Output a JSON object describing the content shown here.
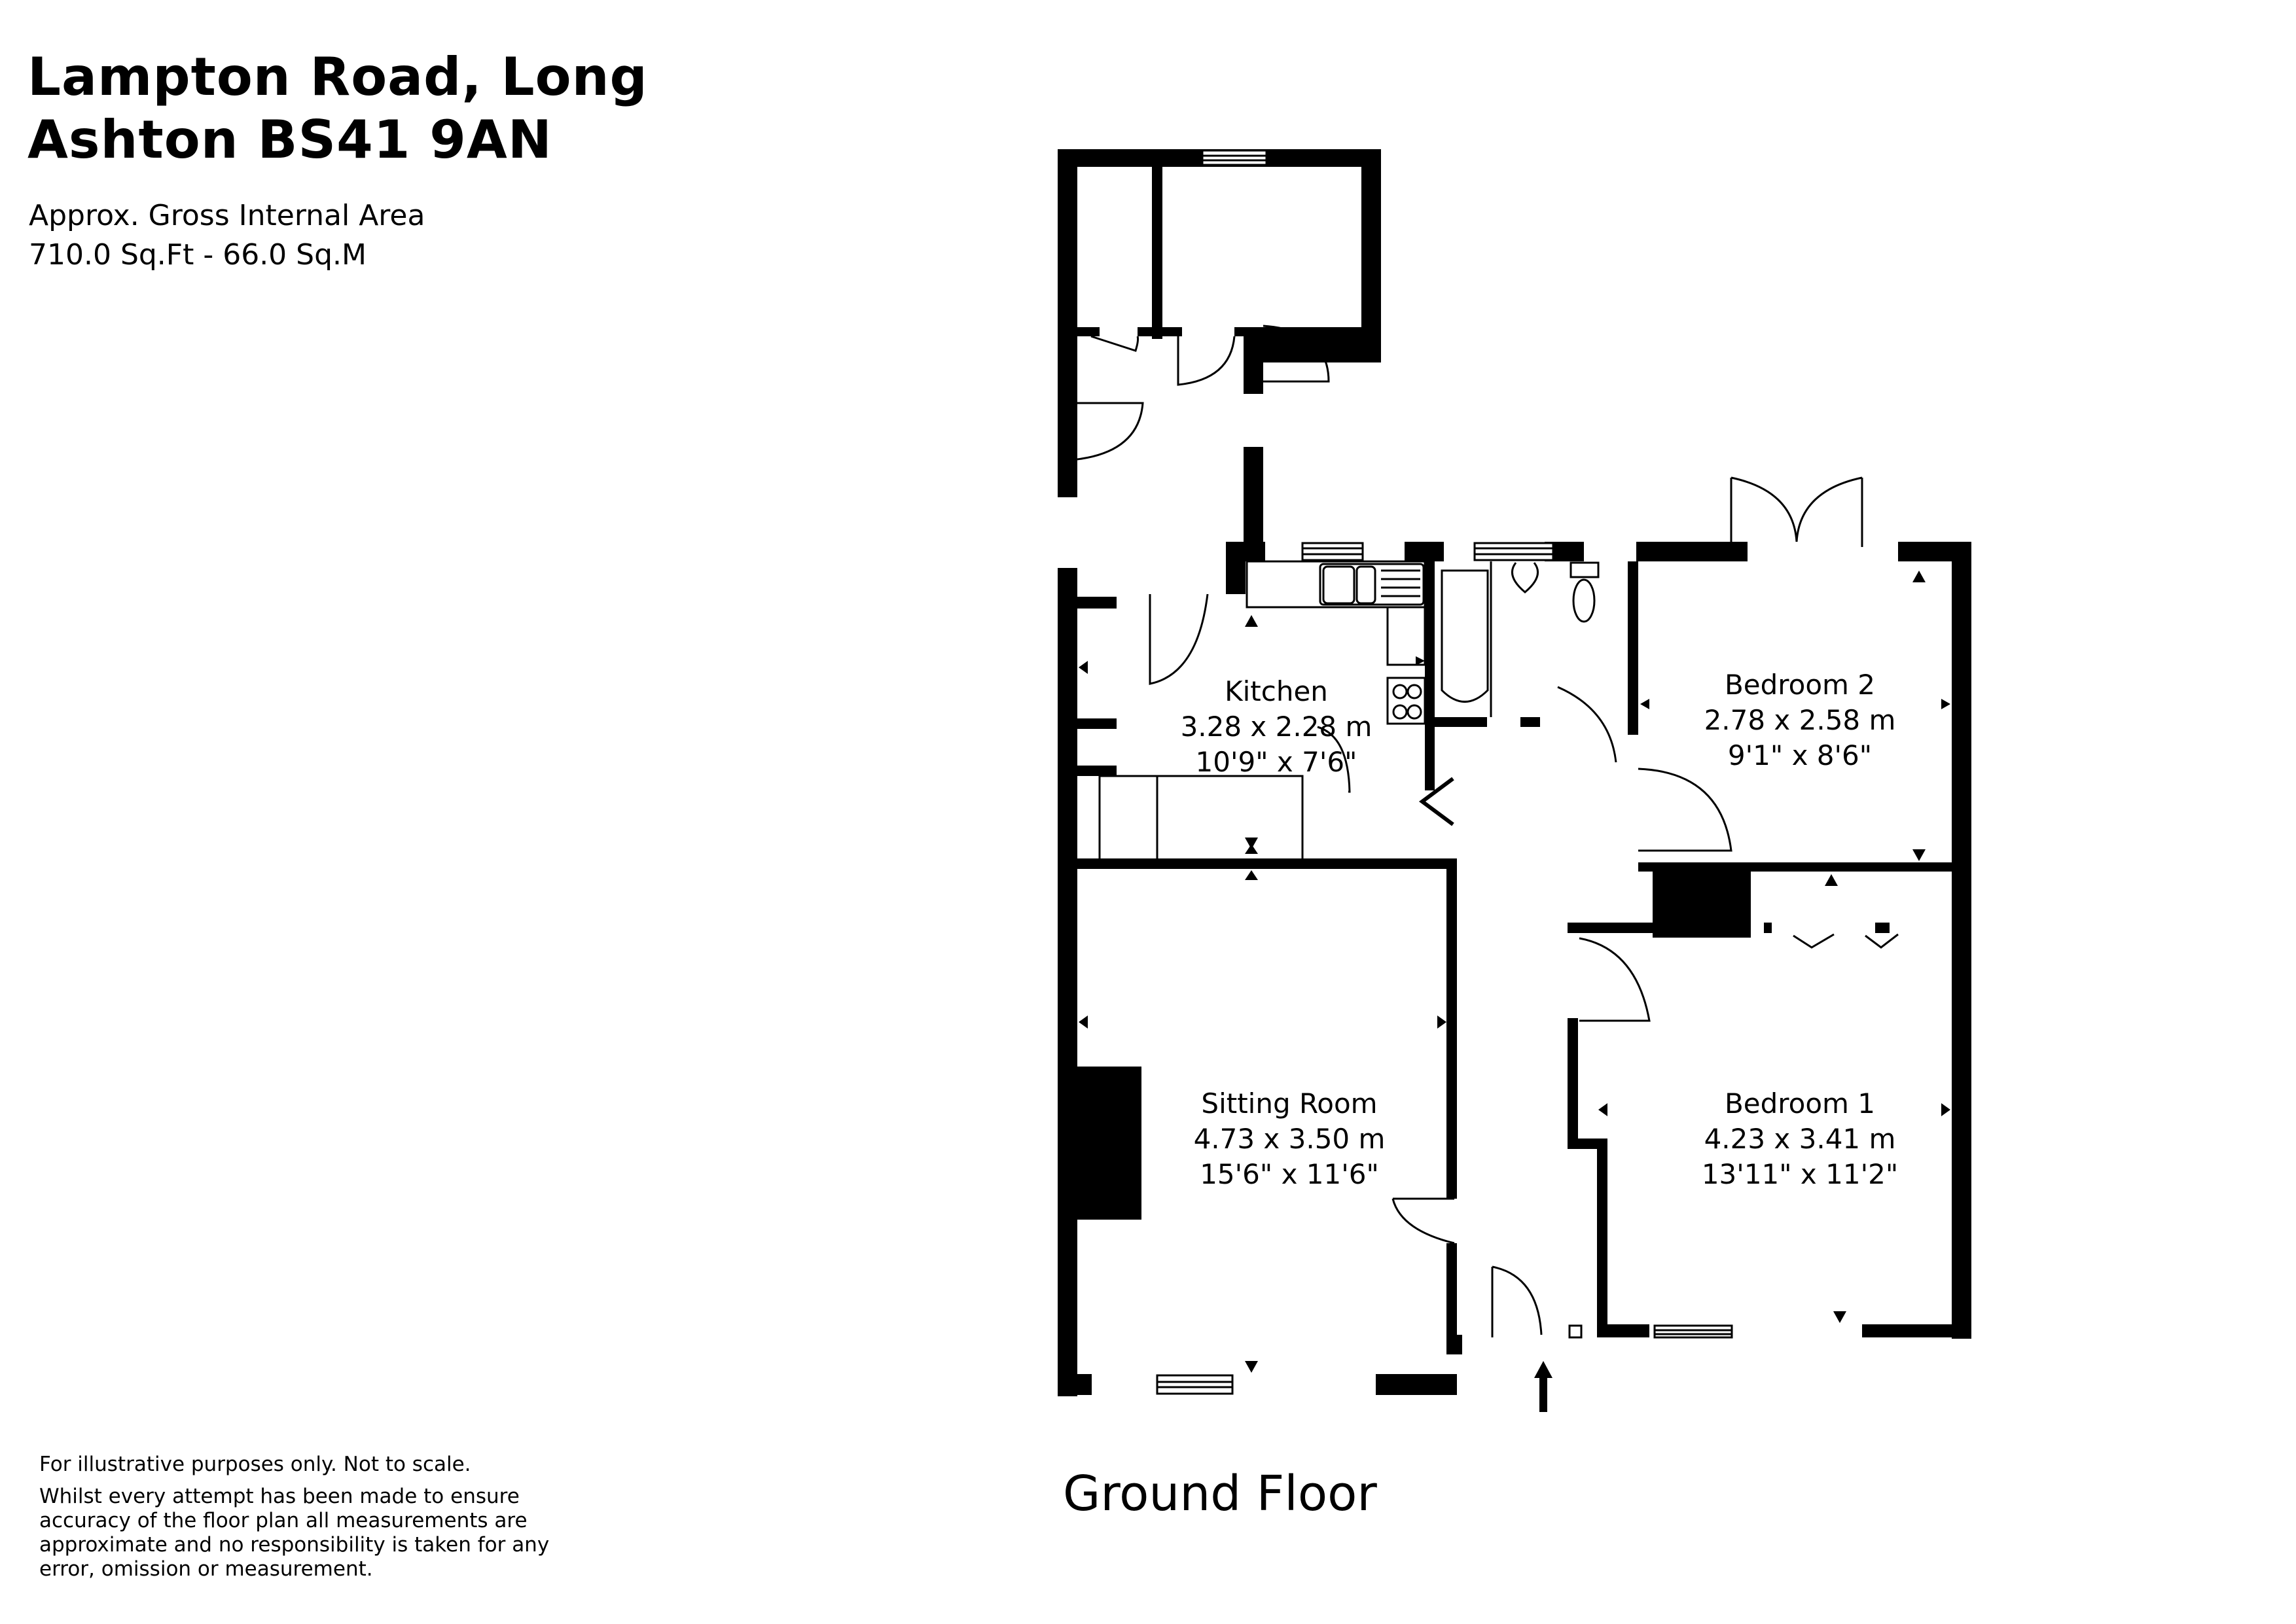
{
  "header": {
    "title_line1": "Lampton Road, Long",
    "title_line2": "Ashton BS41 9AN",
    "area_label": "Approx. Gross Internal Area",
    "area_value": "710.0 Sq.Ft - 66.0 Sq.M"
  },
  "floor": {
    "name": "Ground Floor"
  },
  "rooms": [
    {
      "name": "Kitchen",
      "metric": "3.28 x 2.28 m",
      "imperial": "10'9\" x 7'6\""
    },
    {
      "name": "Bedroom 2",
      "metric": "2.78 x 2.58 m",
      "imperial": "9'1\" x 8'6\""
    },
    {
      "name": "Sitting Room",
      "metric": "4.73 x 3.50 m",
      "imperial": "15'6\" x 11'6\""
    },
    {
      "name": "Bedroom 1",
      "metric": "4.23 x 3.41 m",
      "imperial": "13'11\" x 11'2\""
    }
  ],
  "disclaimer": {
    "line1": "For illustrative purposes only. Not to scale.",
    "line2": "Whilst every attempt has been made to ensure accuracy of the floor plan all measurements are approximate and no responsibility is taken for any error, omission or measurement."
  },
  "colors": {
    "wall": "#000000",
    "background": "#ffffff"
  },
  "icons": {
    "entrance": "entrance-arrow-icon"
  }
}
